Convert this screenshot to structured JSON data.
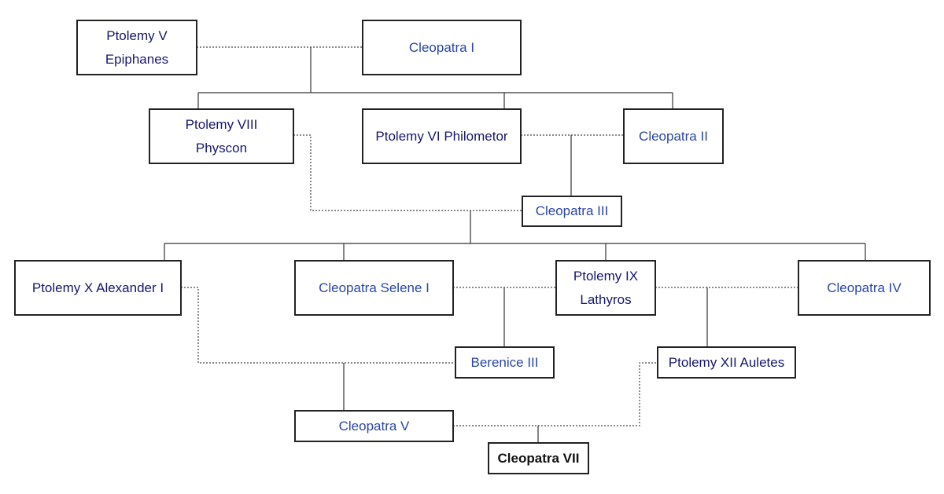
{
  "colors": {
    "male": "#16166e",
    "female": "#2a46a8",
    "highlight": "#111111"
  },
  "people": {
    "ptolemy_v": "Ptolemy V\nEpiphanes",
    "cleopatra_i": "Cleopatra I",
    "ptolemy_viii": "Ptolemy VIII\nPhyscon",
    "ptolemy_vi": "Ptolemy VI Philometor",
    "cleopatra_ii": "Cleopatra II",
    "cleopatra_iii": "Cleopatra III",
    "ptolemy_x": "Ptolemy X Alexander I",
    "cleopatra_selene_i": "Cleopatra Selene I",
    "ptolemy_ix": "Ptolemy IX\nLathyros",
    "cleopatra_iv": "Cleopatra IV",
    "berenice_iii": "Berenice III",
    "ptolemy_xii": "Ptolemy XII Auletes",
    "cleopatra_v": "Cleopatra V",
    "cleopatra_vii": "Cleopatra VII"
  },
  "relations": {
    "marriages": [
      [
        "ptolemy_v",
        "cleopatra_i"
      ],
      [
        "ptolemy_vi",
        "cleopatra_ii"
      ],
      [
        "ptolemy_viii",
        "cleopatra_iii"
      ],
      [
        "cleopatra_selene_i",
        "ptolemy_ix"
      ],
      [
        "ptolemy_ix",
        "cleopatra_iv"
      ],
      [
        "ptolemy_x",
        "berenice_iii"
      ],
      [
        "cleopatra_v",
        "ptolemy_xii"
      ]
    ],
    "children": {
      "ptolemy_v+cleopatra_i": [
        "ptolemy_viii",
        "ptolemy_vi",
        "cleopatra_ii"
      ],
      "ptolemy_vi+cleopatra_ii": [
        "cleopatra_iii"
      ],
      "ptolemy_viii+cleopatra_iii": [
        "ptolemy_x",
        "cleopatra_selene_i",
        "ptolemy_ix",
        "cleopatra_iv"
      ],
      "cleopatra_selene_i+ptolemy_ix": [
        "berenice_iii"
      ],
      "ptolemy_ix+cleopatra_iv": [
        "ptolemy_xii"
      ],
      "ptolemy_x+berenice_iii": [
        "cleopatra_v"
      ],
      "cleopatra_v+ptolemy_xii": [
        "cleopatra_vii"
      ]
    }
  }
}
